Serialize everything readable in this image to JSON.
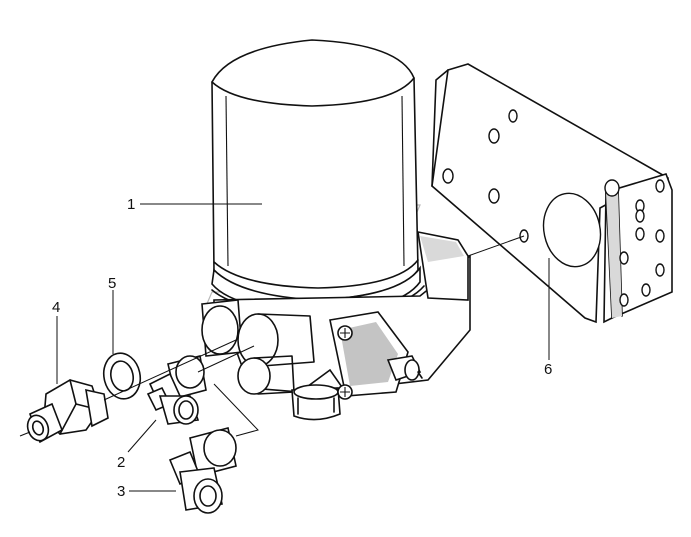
{
  "diagram": {
    "parts": [
      {
        "id": "part-1",
        "label": "1"
      },
      {
        "id": "part-2",
        "label": "2"
      },
      {
        "id": "part-3",
        "label": "3"
      },
      {
        "id": "part-4",
        "label": "4"
      },
      {
        "id": "part-5",
        "label": "5"
      },
      {
        "id": "part-6",
        "label": "6"
      }
    ]
  }
}
